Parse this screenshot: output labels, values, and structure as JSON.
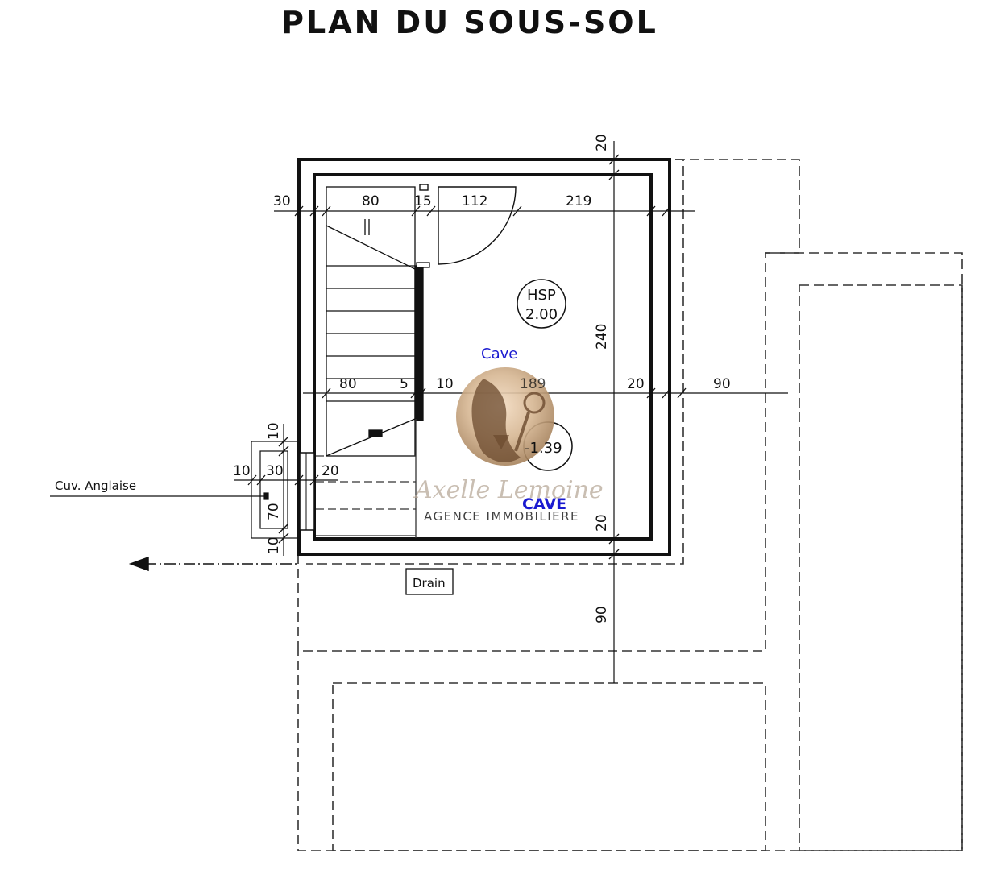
{
  "title": "PLAN DU SOUS-SOL",
  "rooms": {
    "cave_small": "Cave",
    "cave_large": "CAVE"
  },
  "hsp": {
    "label": "HSP",
    "value": "2.00"
  },
  "level": "-1.39",
  "labels": {
    "cuv": "Cuv. Anglaise",
    "drain": "Drain"
  },
  "dims": {
    "top_30": "30",
    "top_80": "80",
    "top_15": "15",
    "top_112": "112",
    "top_219": "219",
    "mid_80": "80",
    "mid_5": "5",
    "mid_10": "10",
    "mid_189": "189",
    "mid_20": "20",
    "mid_90": "90",
    "v_20_top": "20",
    "v_240": "240",
    "v_20_bot": "20",
    "v_90": "90",
    "l_10_top": "10",
    "l_10": "10",
    "l_30": "30",
    "l_20": "20",
    "l_70": "70",
    "l_10_bot": "10"
  },
  "watermark": {
    "script": "Axelle Lemoine",
    "caption": "AGENCE IMMOBILIERE"
  },
  "colors": {
    "room_label": "#1a1ad0",
    "line": "#111111",
    "watermark_gold": "#c2a07a"
  }
}
